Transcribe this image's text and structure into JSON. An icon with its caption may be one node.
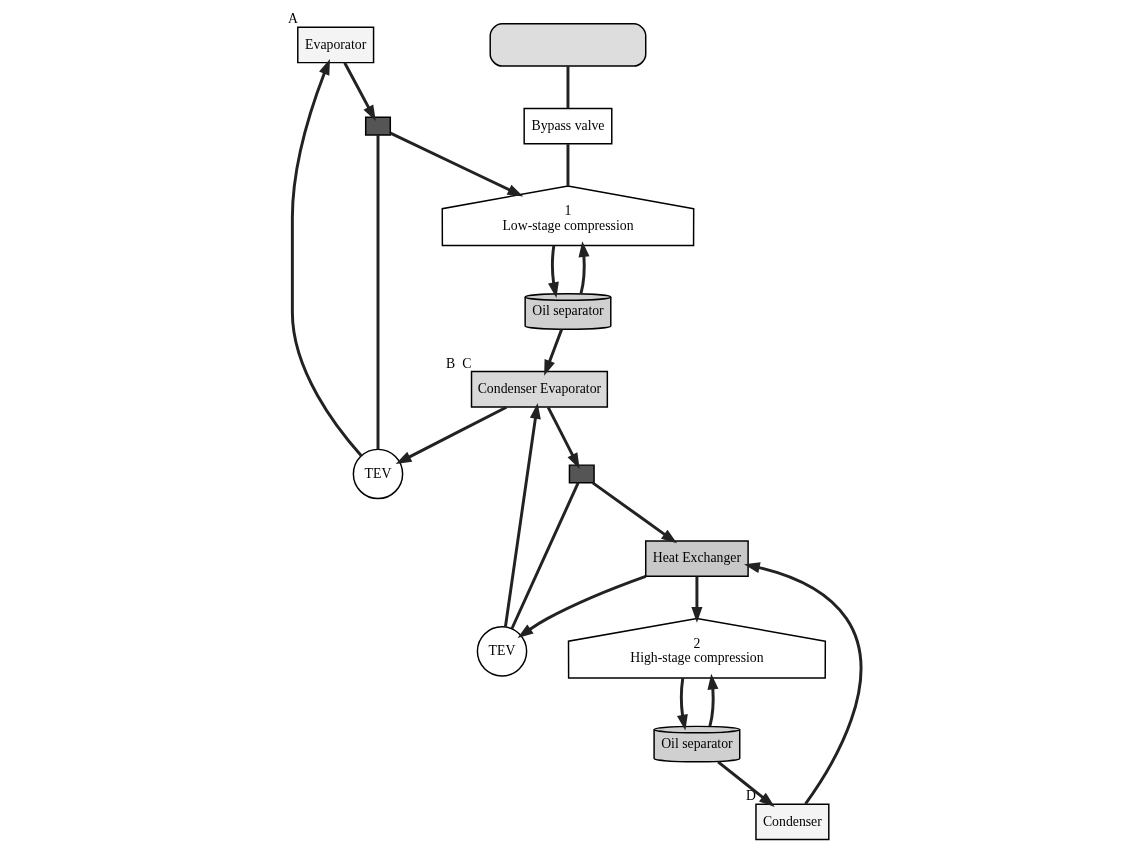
{
  "diagram": {
    "nodes": [
      {
        "text": [
          "Evaporator"
        ],
        "beside": [
          "A"
        ]
      },
      {
        "text": [],
        "shape": "box"
      },
      {
        "text": [
          "TEV"
        ]
      },
      {
        "text": [
          "Condenser Evaporator"
        ],
        "beside": [
          "B",
          "C"
        ]
      },
      {
        "text": [],
        "shape": "box"
      },
      {
        "text": [
          "TEV"
        ]
      },
      {
        "text": [
          "Heat Exchanger"
        ]
      },
      {
        "text": [
          "Condenser"
        ],
        "beside": [
          "D"
        ]
      },
      {
        "text": [],
        "shape": "cylinder"
      },
      {
        "text": [
          "Bypass valve"
        ]
      },
      {
        "text": [
          "1",
          "Low-stage compression"
        ]
      },
      {
        "text": [
          "Oil separator"
        ]
      },
      {
        "text": [
          "2",
          "High-stage compression"
        ]
      },
      {
        "text": [
          "Oil separator"
        ]
      }
    ],
    "edges": [
      {
        "from": 2,
        "to": 0,
        "arrow": "to"
      },
      {
        "from": 0,
        "to": 1,
        "arrow": "to"
      },
      {
        "from": 1,
        "to": 10,
        "arrow": "to"
      },
      {
        "from": 1,
        "to": 2,
        "arrow": "none"
      },
      {
        "from": 10,
        "to": 11,
        "arrow": "to"
      },
      {
        "from": 11,
        "to": 10,
        "arrow": "to"
      },
      {
        "from": 11,
        "to": 3,
        "arrow": "to"
      },
      {
        "from": 3,
        "to": 2,
        "arrow": "to"
      },
      {
        "from": 8,
        "to": 9,
        "arrow": "none"
      },
      {
        "from": 9,
        "to": 10,
        "arrow": "none"
      },
      {
        "from": 3,
        "to": 4,
        "arrow": "to"
      },
      {
        "from": 4,
        "to": 6,
        "arrow": "to"
      },
      {
        "from": 4,
        "to": 5,
        "arrow": "none"
      },
      {
        "from": 6,
        "to": 12,
        "arrow": "to"
      },
      {
        "from": 12,
        "to": 13,
        "arrow": "to"
      },
      {
        "from": 13,
        "to": 12,
        "arrow": "to"
      },
      {
        "from": 13,
        "to": 7,
        "arrow": "to"
      },
      {
        "from": 7,
        "to": 6,
        "arrow": "to"
      },
      {
        "from": 6,
        "to": 5,
        "arrow": "to"
      },
      {
        "from": 5,
        "to": 3,
        "arrow": "to"
      }
    ]
  }
}
